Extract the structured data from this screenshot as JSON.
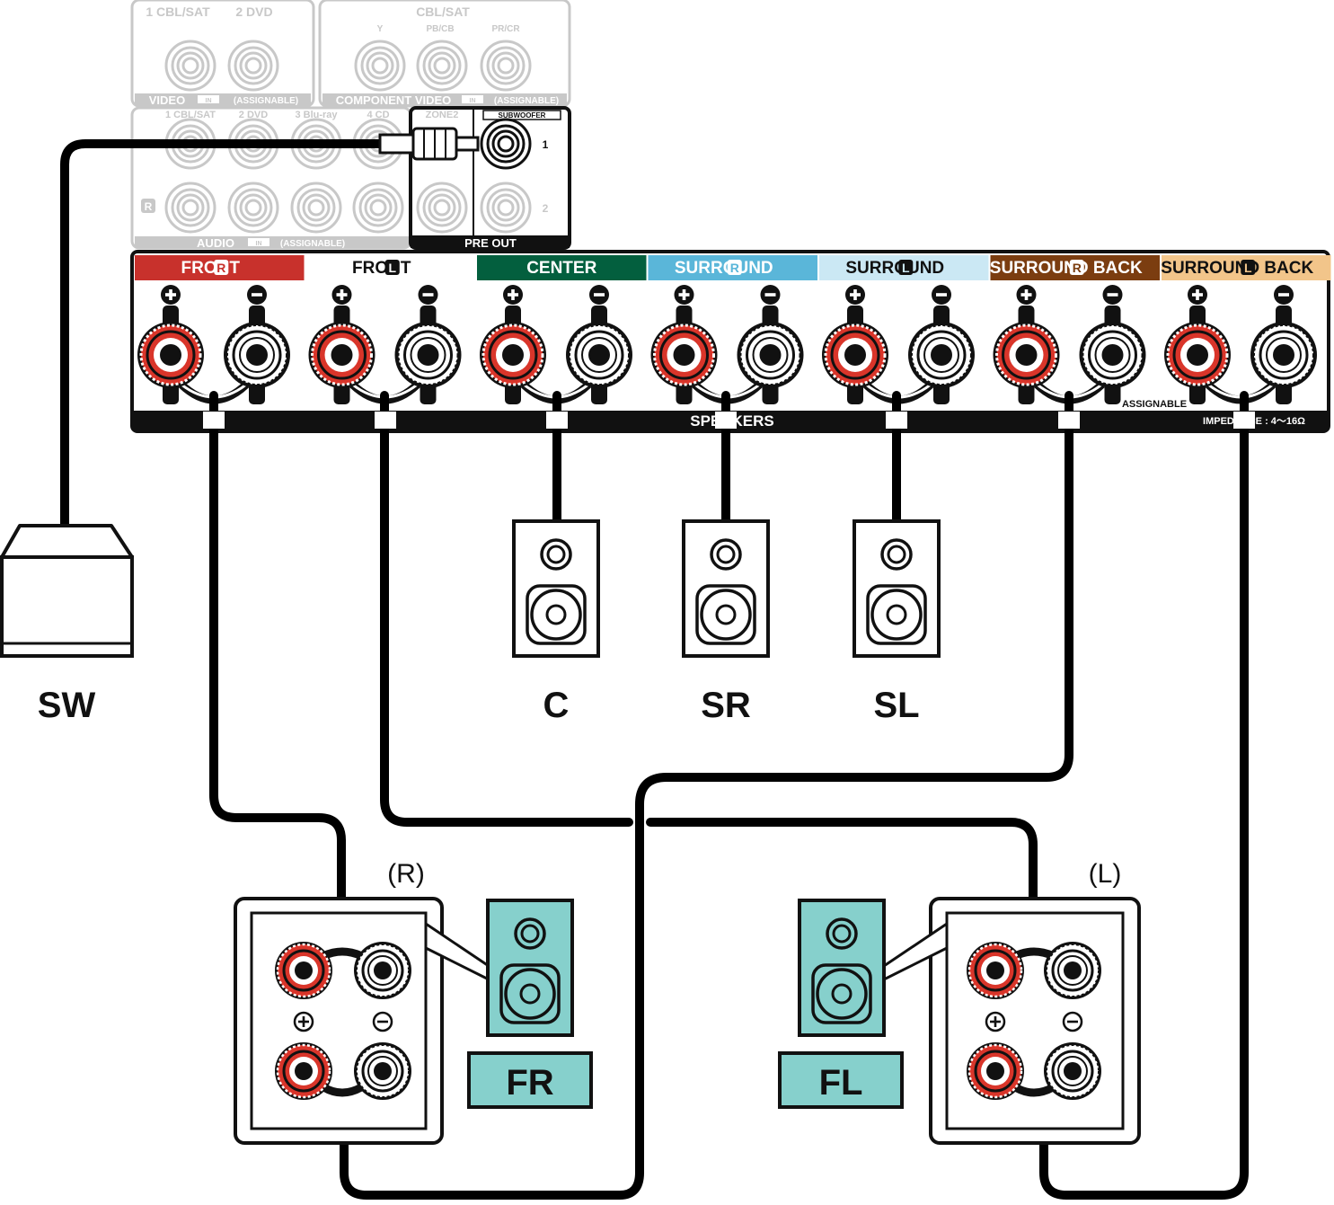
{
  "panel": {
    "top_inputs": {
      "video_inputs": [
        "1 CBL/SAT",
        "2 DVD"
      ],
      "video_label": "VIDEO",
      "component_title": "CBL/SAT",
      "component_inputs": [
        "Y",
        "PB/CB",
        "PR/CR"
      ],
      "component_label": "COMPONENT VIDEO",
      "in_badge": "IN",
      "assignable_tag": "(ASSIGNABLE)"
    },
    "audio": {
      "inputs": [
        "1 CBL/SAT",
        "2 DVD",
        "3 Blu-ray",
        "4 CD"
      ],
      "label": "AUDIO",
      "in_badge": "IN",
      "assignable_tag": "(ASSIGNABLE)",
      "r_marker": "R"
    },
    "pre_out": {
      "zone2": "ZONE2",
      "subwoofer": "SUBWOOFER",
      "jack_1": "1",
      "jack_2": "2",
      "label": "PRE OUT"
    },
    "speaker_channels": [
      {
        "label": "FRONT",
        "side": "R",
        "bg": "#c8312c",
        "fg": "#ffffff"
      },
      {
        "label": "FRONT",
        "side": "L",
        "bg": "#ffffff",
        "fg": "#111111"
      },
      {
        "label": "CENTER",
        "side": "",
        "bg": "#035f3e",
        "fg": "#ffffff"
      },
      {
        "label": "SURROUND",
        "side": "R",
        "bg": "#5ab6d9",
        "fg": "#ffffff"
      },
      {
        "label": "SURROUND",
        "side": "L",
        "bg": "#cbe8f4",
        "fg": "#111111"
      },
      {
        "label": "SURROUND BACK",
        "side": "R",
        "bg": "#7b3d10",
        "fg": "#ffffff"
      },
      {
        "label": "SURROUND BACK",
        "side": "L",
        "bg": "#f2c58a",
        "fg": "#111111"
      }
    ],
    "speakers_bar_label": "SPEAKERS",
    "assignable_label": "ASSIGNABLE",
    "impedance_label": "IMPEDANCE : 4～16Ω"
  },
  "speakers": {
    "subwoofer": "SW",
    "center": "C",
    "surround_right": "SR",
    "surround_left": "SL",
    "front_right": "FR",
    "front_left": "FL",
    "front_right_side": "(R)",
    "front_left_side": "(L)"
  },
  "colors": {
    "positive_terminal": "#d9352a",
    "negative_terminal": "#ffffff",
    "front_speaker_fill": "#86d0cc",
    "cable": "#000000",
    "faded_panel": "#c8c8c8"
  }
}
